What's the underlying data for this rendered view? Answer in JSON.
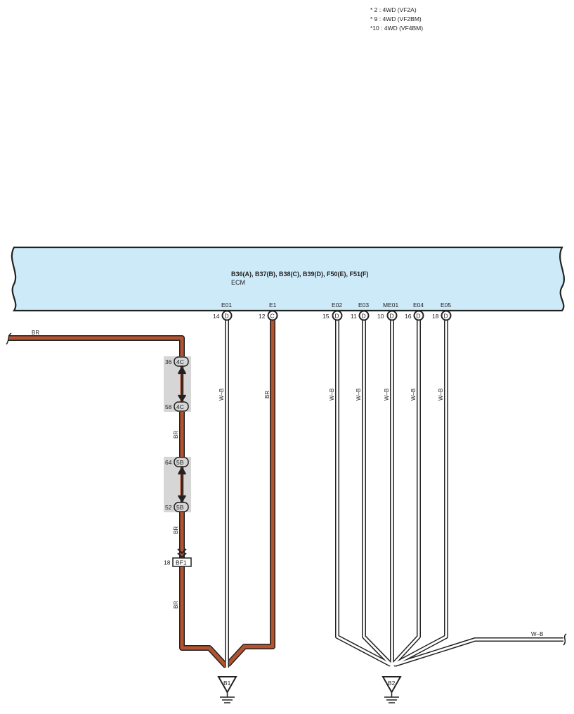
{
  "notes": [
    "* 2 : 4WD (VF2A)",
    "* 9 : 4WD (VF2BM)",
    "*10 : 4WD (VF4BM)"
  ],
  "ecm": {
    "connectors": "B36(A), B37(B), B38(C), B39(D), F50(E), F51(F)",
    "name": "ECM"
  },
  "terminals": [
    {
      "name": "E01",
      "pin": "14",
      "conn": "D"
    },
    {
      "name": "E1",
      "pin": "12",
      "conn": "C"
    },
    {
      "name": "E02",
      "pin": "15",
      "conn": "D"
    },
    {
      "name": "E03",
      "pin": "11",
      "conn": "D"
    },
    {
      "name": "ME01",
      "pin": "10",
      "conn": "D"
    },
    {
      "name": "E04",
      "pin": "16",
      "conn": "D"
    },
    {
      "name": "E05",
      "pin": "18",
      "conn": "D"
    }
  ],
  "junctions": [
    {
      "pin": "36",
      "conn": "4C"
    },
    {
      "pin": "58",
      "conn": "4C"
    },
    {
      "pin": "64",
      "conn": "5B"
    },
    {
      "pin": "52",
      "conn": "5B"
    }
  ],
  "connector_bf1": {
    "pin": "18",
    "name": "BF1"
  },
  "grounds": [
    "B1",
    "B2"
  ],
  "wire_colors": {
    "br": "BR",
    "wb": "W–B"
  },
  "colors": {
    "ecm_fill": "#cdeaf9",
    "br_wire": "#b5532f",
    "junction_fill": "#d6d6d6"
  }
}
